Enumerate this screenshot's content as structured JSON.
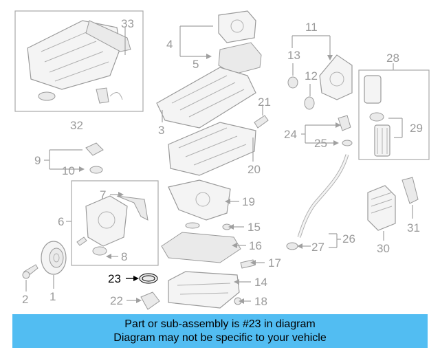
{
  "callouts": {
    "c1": "1",
    "c2": "2",
    "c3": "3",
    "c4": "4",
    "c5": "5",
    "c6": "6",
    "c7": "7",
    "c8": "8",
    "c9": "9",
    "c10": "10",
    "c11": "11",
    "c12": "12",
    "c13": "13",
    "c14": "14",
    "c15": "15",
    "c16": "16",
    "c17": "17",
    "c18": "18",
    "c19": "19",
    "c20": "20",
    "c21": "21",
    "c22": "22",
    "c23": "23",
    "c24": "24",
    "c25": "25",
    "c26": "26",
    "c27": "27",
    "c28": "28",
    "c29": "29",
    "c30": "30",
    "c31": "31",
    "c32": "32",
    "c33": "33"
  },
  "highlighted_part": "23",
  "banner": {
    "line1": "Part or sub-assembly is #23 in diagram",
    "line2": "Diagram may not be specific to your vehicle"
  },
  "colors": {
    "banner_bg": "#52bdf2",
    "line_art": "#9a9a9a",
    "highlight": "#000000"
  }
}
